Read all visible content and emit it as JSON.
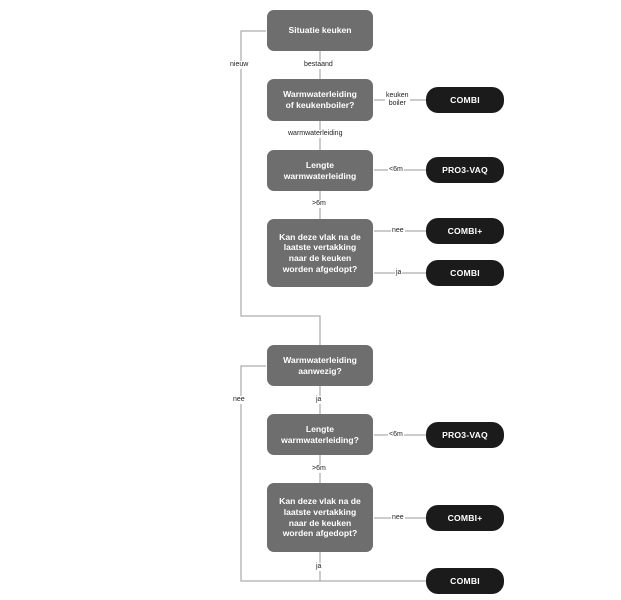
{
  "colors": {
    "question_box": "#6e6e6e",
    "result_box": "#1b1b1b",
    "line": "#9a9a9a",
    "text_on_box": "#ffffff"
  },
  "nodes": {
    "situatie": "Situatie keuken",
    "q_boiler": "Warmwaterleiding\nof keukenboiler?",
    "q_lengte1": "Lengte\nwarmwaterleiding",
    "q_vlak1": "Kan deze vlak na de\nlaatste vertakking\nnaar de keuken\nworden afgedopt?",
    "q_aanwezig": "Warmwaterleiding\naanwezig?",
    "q_lengte2": "Lengte\nwarmwaterleiding?",
    "q_vlak2": "Kan deze vlak na de\nlaatste vertakking\nnaar de keuken\nworden afgedopt?"
  },
  "results": {
    "combi_1": "COMBI",
    "pro3_1": "PRO3-VAQ",
    "combiplus_1": "COMBI+",
    "combi_2": "COMBI",
    "pro3_2": "PRO3-VAQ",
    "combiplus_2": "COMBI+",
    "combi_3": "COMBI"
  },
  "edges": {
    "nieuw": "nieuw",
    "bestaand": "bestaand",
    "keukenboiler": "keuken\nboiler",
    "warmwaterleiding": "warmwaterleiding",
    "lt6m_1": "<6m",
    "gt6m_1": ">6m",
    "nee_1": "nee",
    "ja_1": "ja",
    "nee_left": "nee",
    "ja_2": "ja",
    "lt6m_2": "<6m",
    "gt6m_2": ">6m",
    "nee_2": "nee",
    "ja_3": "ja"
  }
}
